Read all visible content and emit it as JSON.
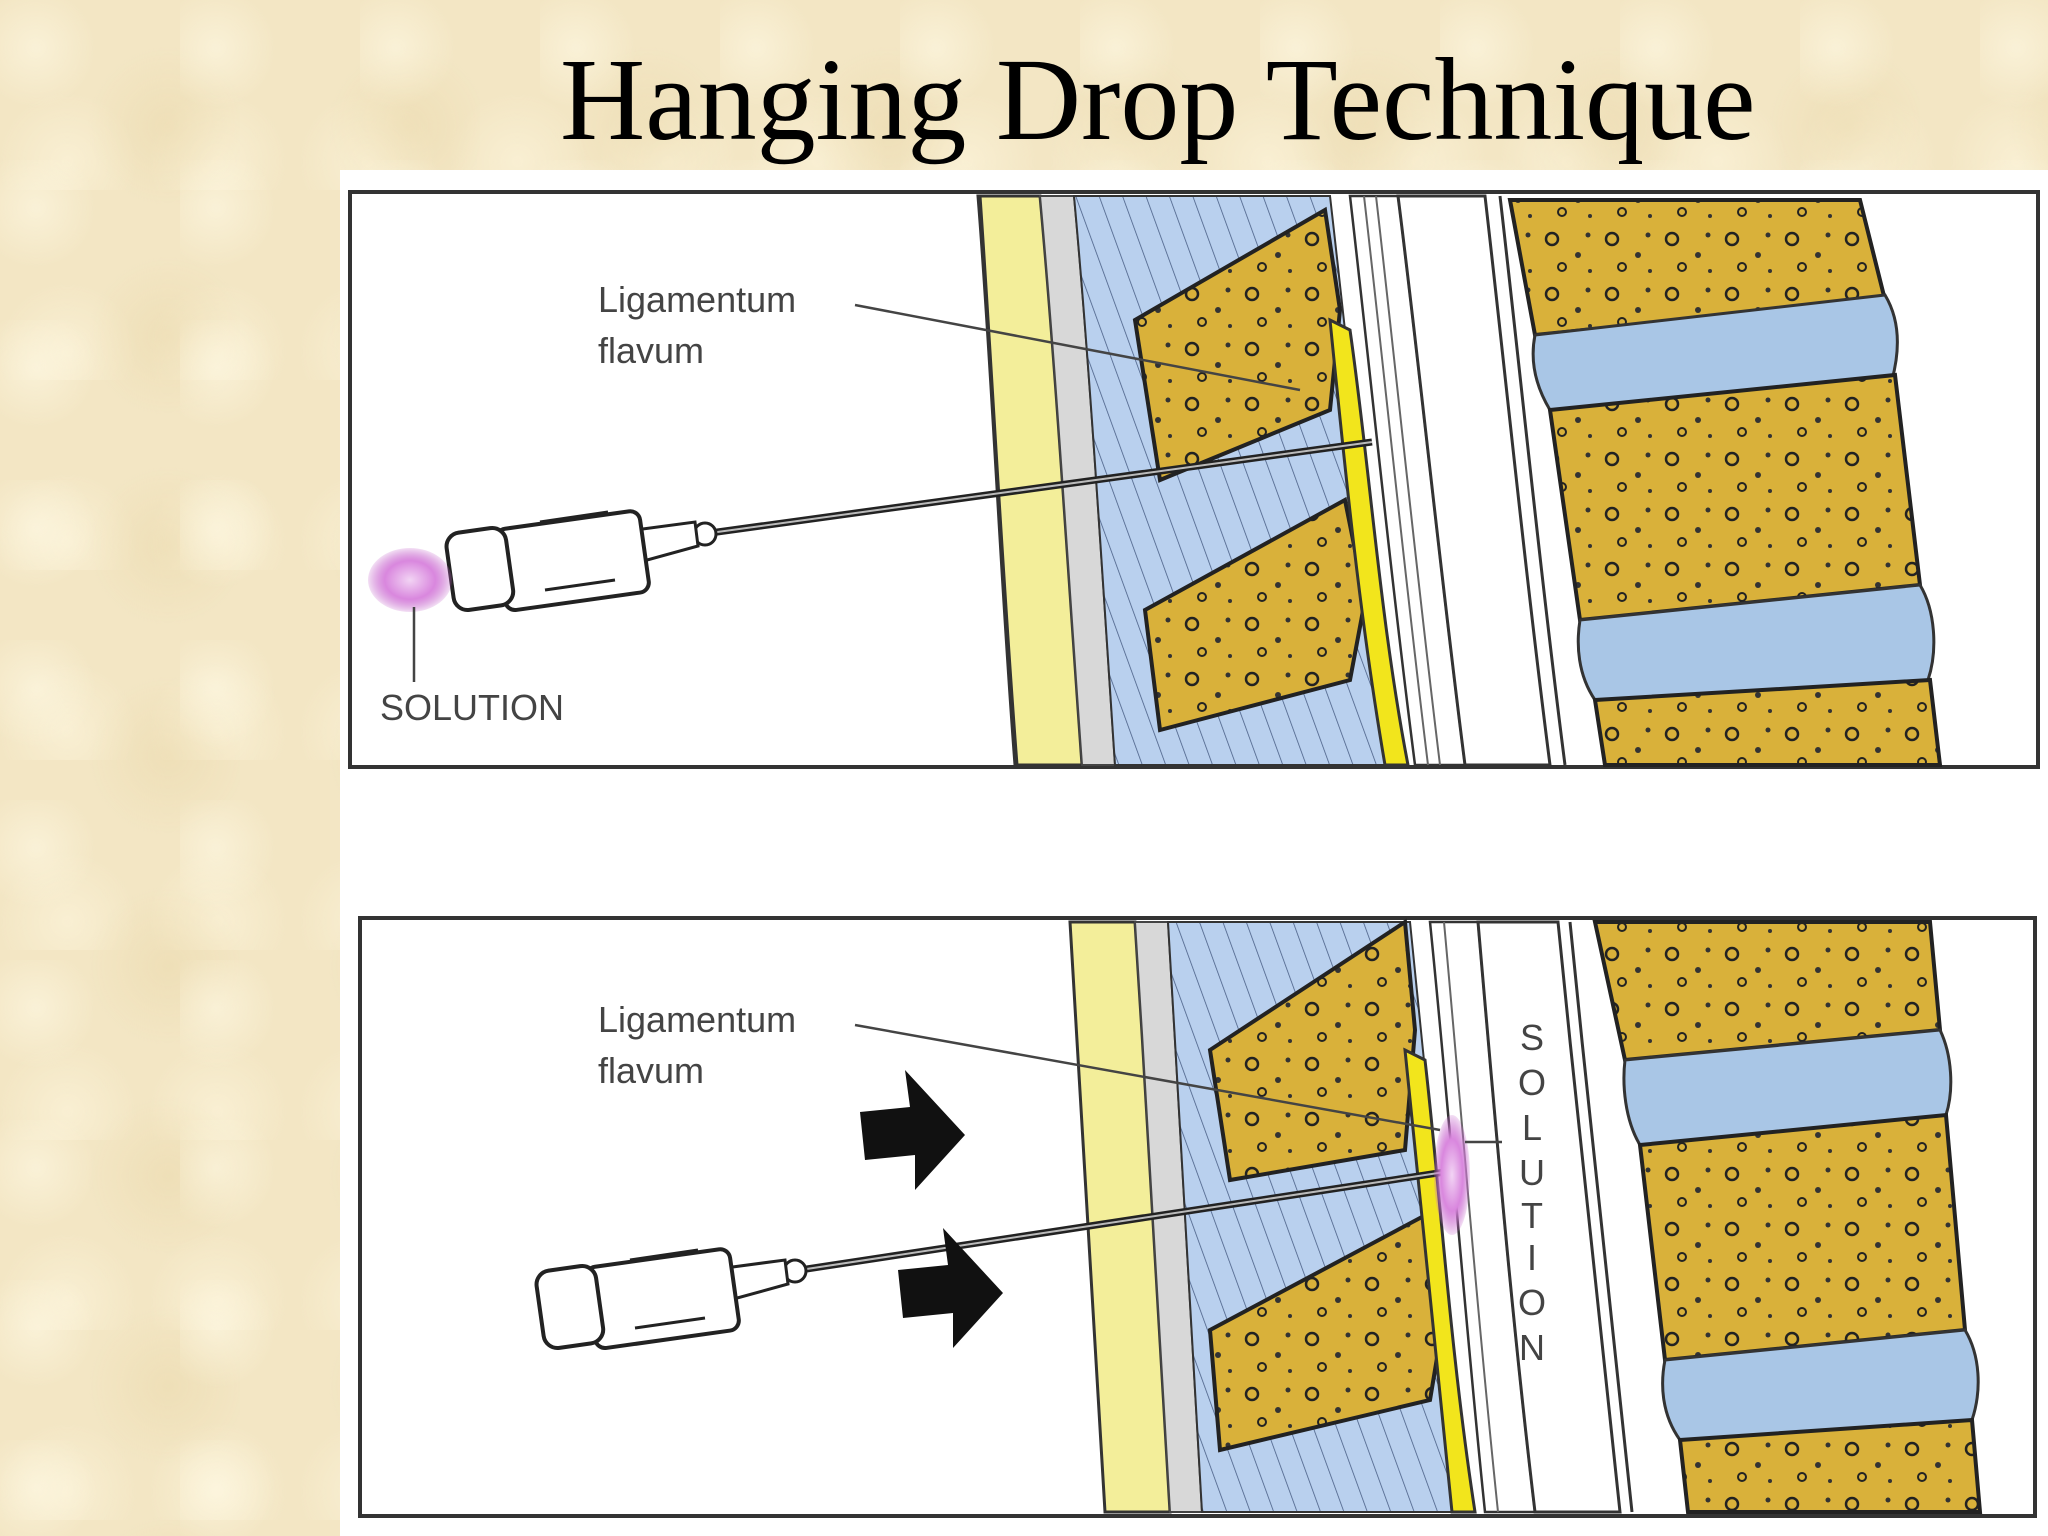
{
  "slide": {
    "title": "Hanging Drop Technique"
  },
  "figure": {
    "top_panel": {
      "label_ligamentum_line1": "Ligamentum",
      "label_ligamentum_line2": "flavum",
      "label_solution": "SOLUTION"
    },
    "bottom_panel": {
      "label_ligamentum_line1": "Ligamentum",
      "label_ligamentum_line2": "flavum",
      "label_solution_vertical": [
        "S",
        "O",
        "L",
        "U",
        "T",
        "I",
        "O",
        "N"
      ]
    }
  },
  "colors": {
    "background": "#f3e6c4",
    "bone": "#d9b13a",
    "disc": "#a9c6e6",
    "fat": "#f3ee9a",
    "ligament": "#f2e51c",
    "muscle": "#b9d0ee",
    "solution_drop": "#cf6fd6"
  }
}
